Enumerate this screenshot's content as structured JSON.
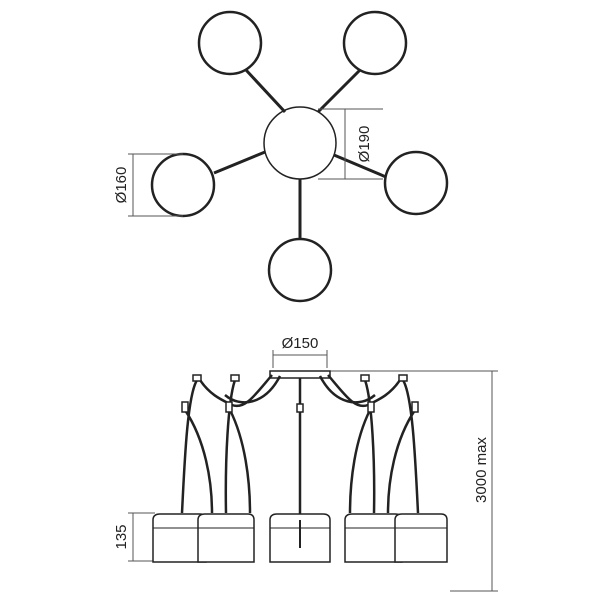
{
  "top_view": {
    "globe_diameter_label": "Ø160",
    "canopy_diameter_label": "Ø190"
  },
  "side_view": {
    "canopy_width_label": "Ø150",
    "max_height_label": "3000 max",
    "shade_height_label": "135"
  },
  "colors": {
    "line": "#222222",
    "dim": "#555555"
  }
}
